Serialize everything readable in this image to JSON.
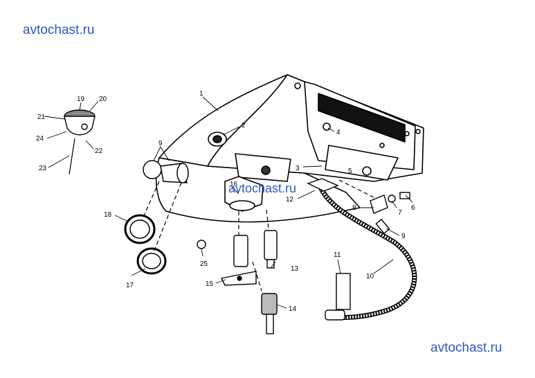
{
  "watermarks": {
    "top": "avtochast.ru",
    "middle": "avtochast.ru",
    "bottom": "avtochast.ru"
  },
  "callouts": {
    "c1": "1",
    "c2": "2",
    "c3": "3",
    "c4": "4",
    "c5": "5",
    "c6": "6",
    "c7": "7",
    "c8": "8",
    "c9a": "9",
    "c9b": "9",
    "c10": "10",
    "c11": "11",
    "c12": "12",
    "c13": "13",
    "c14": "14",
    "c15": "15",
    "c16": "16",
    "c17": "17",
    "c18": "18",
    "c19": "19",
    "c20": "20",
    "c21": "21",
    "c22": "22",
    "c23": "23",
    "c24": "24",
    "c25": "25"
  }
}
